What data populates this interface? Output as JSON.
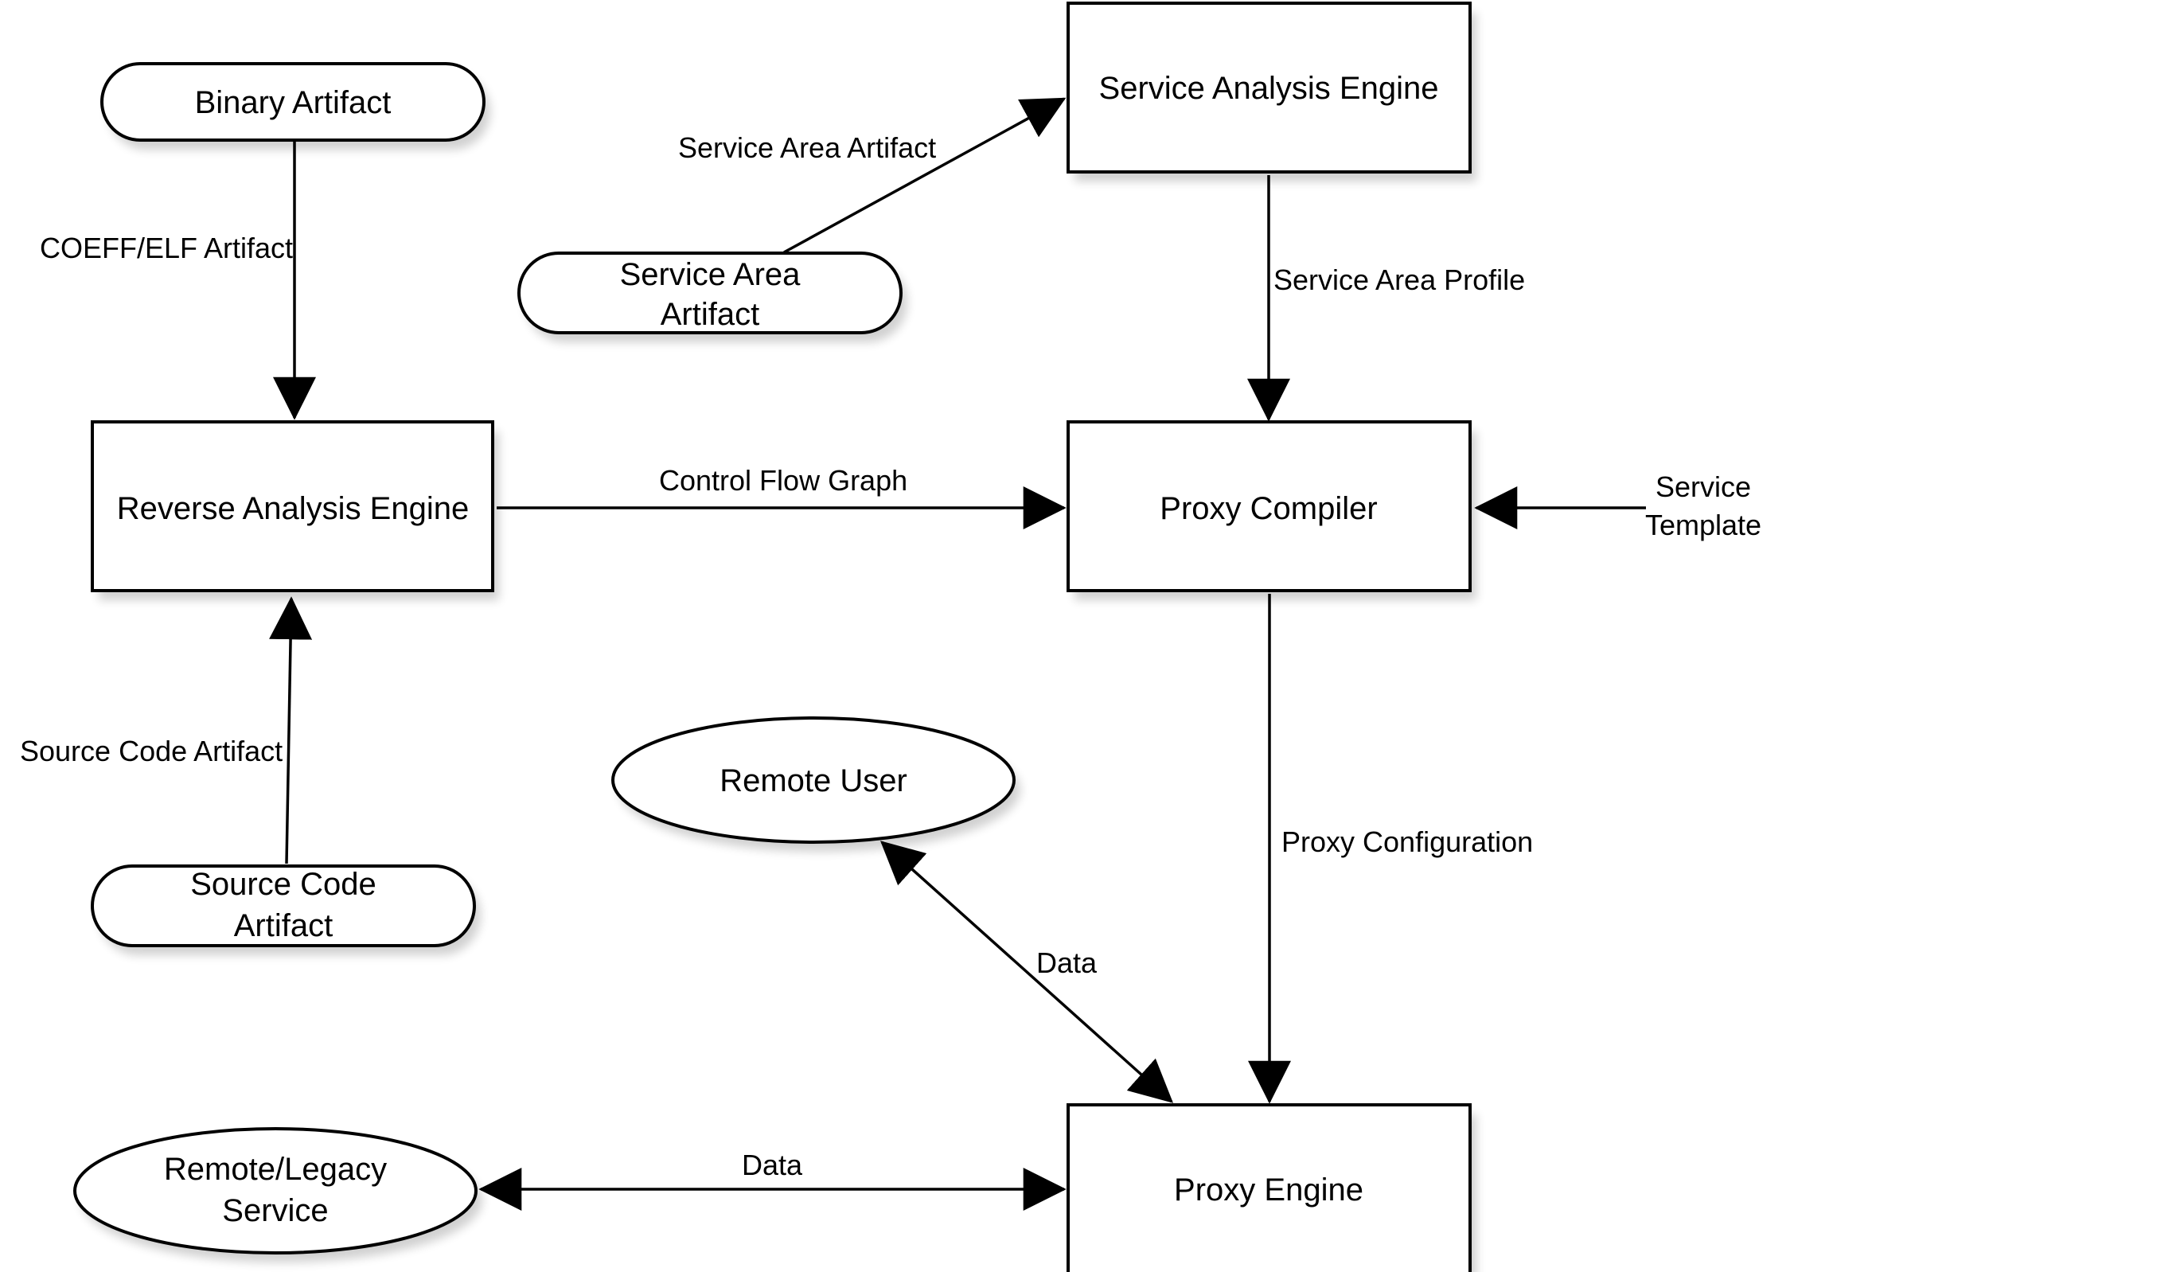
{
  "nodes": {
    "binary_artifact": {
      "lines": [
        "Binary Artifact"
      ]
    },
    "service_area_artifact_source": {
      "lines": [
        "Service Area",
        "Artifact"
      ]
    },
    "service_analysis_engine": {
      "lines": [
        "Service Analysis Engine"
      ]
    },
    "reverse_analysis_engine": {
      "lines": [
        "Reverse Analysis Engine"
      ]
    },
    "proxy_compiler": {
      "lines": [
        "Proxy Compiler"
      ]
    },
    "remote_user": {
      "lines": [
        "Remote User"
      ]
    },
    "source_code_artifact": {
      "lines": [
        "Source Code",
        "Artifact"
      ]
    },
    "remote_legacy_service": {
      "lines": [
        "Remote/Legacy",
        "Service"
      ]
    },
    "proxy_engine": {
      "lines": [
        "Proxy Engine"
      ]
    }
  },
  "edges": {
    "coeff_elf": {
      "label": "COEFF/ELF Artifact"
    },
    "service_area_artifact": {
      "label": "Service Area Artifact"
    },
    "service_area_profile": {
      "label": "Service Area Profile"
    },
    "control_flow_graph": {
      "label": "Control Flow Graph"
    },
    "service_template": {
      "lines": [
        "Service",
        "Template"
      ]
    },
    "source_code_artifact": {
      "label": "Source Code Artifact"
    },
    "proxy_configuration": {
      "label": "Proxy Configuration"
    },
    "remote_user_data": {
      "label": "Data"
    },
    "legacy_data": {
      "label": "Data"
    }
  }
}
